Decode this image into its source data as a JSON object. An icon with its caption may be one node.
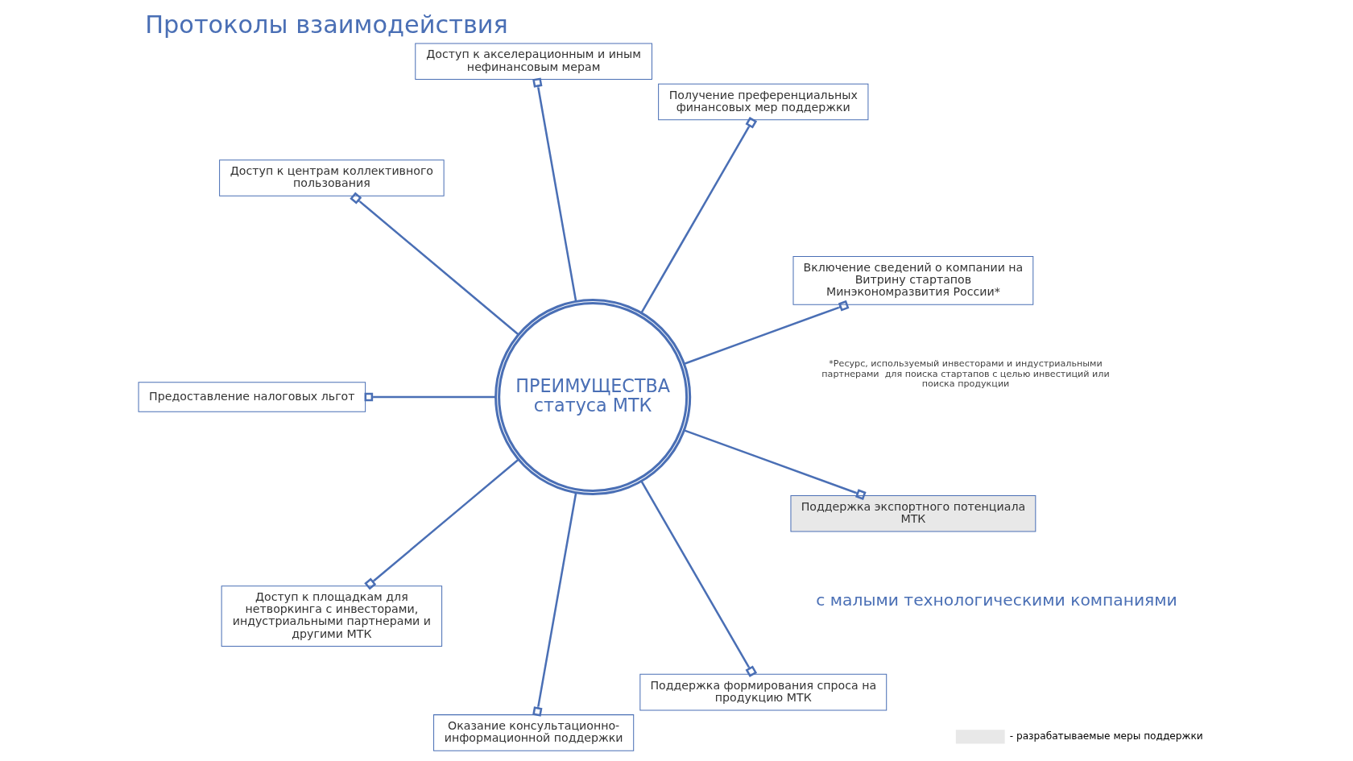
{
  "diagram": {
    "title": "Протоколы взаимодействия",
    "nodes": [
      {
        "text": [
          "Включение сведений о компании на Витрину стартапов Минэкономразвития России*"
        ]
      },
      {
        "text": [
          "Получение преференциальных финансовых мер поддержки"
        ]
      },
      {
        "text": [
          "Доступ к акселерационным и иным нефинансовым мерам"
        ]
      },
      {
        "text": [
          "Доступ к центрам коллективного пользования"
        ]
      },
      {
        "text": [
          "Предоставление налоговых льгот"
        ]
      },
      {
        "text": [
          "Доступ к площадкам для нетворкинга с инвесторами, индустриальными партнерами и другими МТК"
        ]
      },
      {
        "text": [
          "Оказание консультационно-информационной поддержки"
        ]
      },
      {
        "text": [
          "Поддержка формирования спроса на продукцию МТК"
        ]
      },
      {
        "text": [
          "ПРЕИМУЩЕСТВА статуса МТК"
        ]
      },
      {
        "text": [
          "Поддержка экспортного потенциала МТК"
        ]
      }
    ],
    "edges": [
      {
        "from": 0,
        "to": 8,
        "arrow": "other"
      },
      {
        "from": 1,
        "to": 8,
        "arrow": "other"
      },
      {
        "from": 2,
        "to": 8,
        "arrow": "other"
      },
      {
        "from": 3,
        "to": 8,
        "arrow": "other"
      },
      {
        "from": 4,
        "to": 8,
        "arrow": "other"
      },
      {
        "from": 5,
        "to": 8,
        "arrow": "other"
      },
      {
        "from": 6,
        "to": 8,
        "arrow": "other"
      },
      {
        "from": 7,
        "to": 8,
        "arrow": "other"
      },
      {
        "from": 9,
        "to": 8,
        "arrow": "other"
      }
    ],
    "labels": [
      "с малыми технологическими компаниями",
      "*Ресурс, используемый инвесторами и индустриальными партнерами  для поиска стартапов с целью инвестиций или поиска продукции"
    ],
    "legend": [
      {
        "text": "- разрабатываемые меры поддержки"
      }
    ]
  }
}
